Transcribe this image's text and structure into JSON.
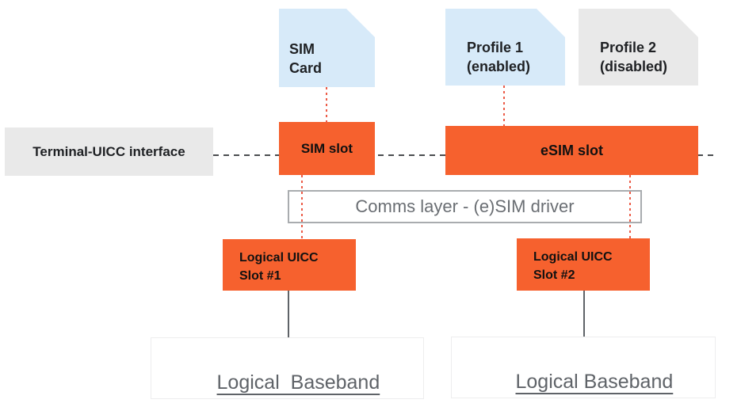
{
  "diagram": {
    "nodes": {
      "sim_card": {
        "line1": "SIM",
        "line2": "Card"
      },
      "profile_1": {
        "line1": "Profile 1",
        "line2": "(enabled)"
      },
      "profile_2": {
        "line1": "Profile 2",
        "line2": "(disabled)"
      },
      "terminal_uicc": {
        "label": "Terminal-UICC interface"
      },
      "sim_slot": {
        "label": "SIM slot"
      },
      "esim_slot": {
        "label": "eSIM slot"
      },
      "comms_layer": {
        "label": "Comms layer - (e)SIM driver"
      },
      "logical_uicc_1": {
        "line1": "Logical UICC",
        "line2": "Slot #1"
      },
      "logical_uicc_2": {
        "line1": "Logical UICC",
        "line2": "Slot #2"
      },
      "logical_baseband_1": {
        "label": "Logical  Baseband"
      },
      "logical_baseband_2": {
        "label": "Logical Baseband"
      }
    },
    "colors": {
      "orange": "#F6612E",
      "light_blue": "#D7EAF9",
      "light_gray": "#E9E9E9",
      "dark_text": "#1F2124",
      "gray_text": "#6A6E73",
      "red_dotted": "#EC5B47",
      "dash_gray": "#4A4D50",
      "connector_gray": "#5F6368",
      "comms_border": "#A9ACAF",
      "baseband_border": "#EDEDEE"
    }
  }
}
